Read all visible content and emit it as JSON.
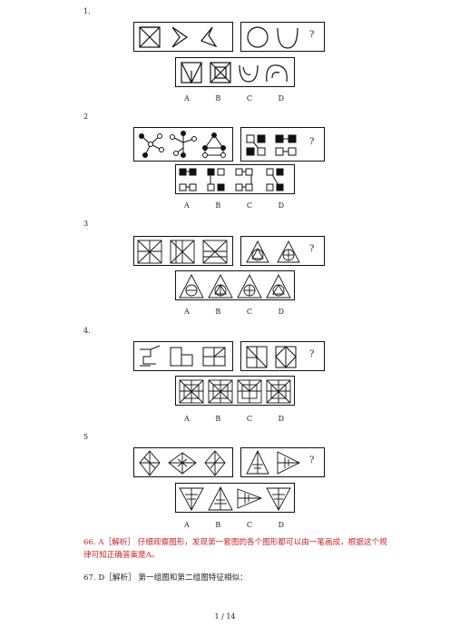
{
  "questions": [
    {
      "num": "1.",
      "options": [
        "A",
        "B",
        "C",
        "D"
      ]
    },
    {
      "num": "2",
      "options": [
        "A",
        "B",
        "C",
        "D"
      ]
    },
    {
      "num": "3",
      "options": [
        "A",
        "B",
        "C",
        "D"
      ]
    },
    {
      "num": "4.",
      "options": [
        "A",
        "B",
        "C",
        "D"
      ]
    },
    {
      "num": "5",
      "options": [
        "A",
        "B",
        "C",
        "D"
      ]
    }
  ],
  "question_mark": "?",
  "answers": {
    "a66_num": "66.",
    "a66_body": "A［解析］ 仔细观察图形，发现第一套图的各个图形都可以由一笔画成，根据这个规律可知正确答案是A。",
    "a67": "67. D［解析］ 第一组图和第二组图特征相似："
  },
  "footer": {
    "page": "1 / 14"
  }
}
